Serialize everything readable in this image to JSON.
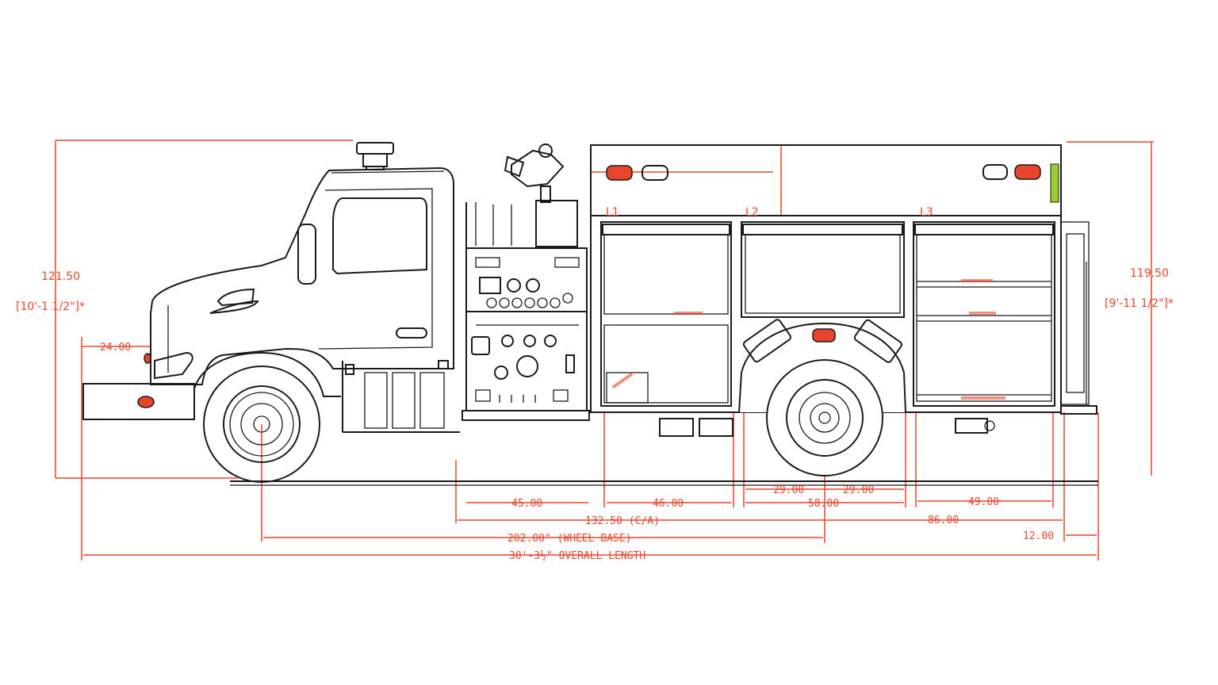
{
  "dimensions": {
    "front_height": "121.50",
    "front_height_ft": "[10'-1 1/2\"]*",
    "rear_height": "119.50",
    "rear_height_ft": "[9'-11 1/2\"]*",
    "bumper_ext": "24.00",
    "d_45": "45.00",
    "d_46": "46.00",
    "d_29a": "29.00",
    "d_29b": "29.00",
    "d_58": "58.00",
    "d_49": "49.00",
    "ca": "132.50 (C/A)",
    "d_86": "86.00",
    "wheelbase": "202.00\" (WHEEL BASE)",
    "rear_ext": "12.00",
    "overall": "30'-3½\" OVERALL LENGTH"
  },
  "compartments": {
    "l1": "L1",
    "l2": "L2",
    "l3": "L3"
  },
  "colors": {
    "outline": "#1a1a1a",
    "dimension": "#e8452c",
    "light_lens": "#e8452c",
    "background": "#ffffff"
  }
}
